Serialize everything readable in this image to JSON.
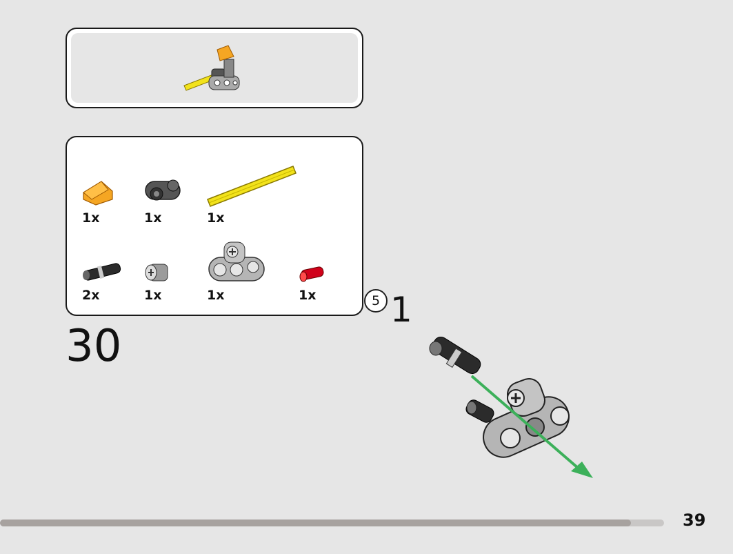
{
  "step": {
    "number": "30",
    "substep": "1"
  },
  "page": {
    "number": "39",
    "progress_fraction": 0.95
  },
  "parts": [
    {
      "name": "orange-slope-piece",
      "qty": "1x",
      "color": "#f5a623"
    },
    {
      "name": "dark-gray-pin-connector",
      "qty": "1x",
      "color": "#4a4a4a"
    },
    {
      "name": "yellow-axle",
      "qty": "1x",
      "color": "#f2e21b",
      "length": "5"
    },
    {
      "name": "black-friction-pin",
      "qty": "2x",
      "color": "#2b2b2b"
    },
    {
      "name": "gray-bush",
      "qty": "1x",
      "color": "#9b9b9b"
    },
    {
      "name": "light-gray-beam-with-axle-hole",
      "qty": "1x",
      "color": "#a5a5a5"
    },
    {
      "name": "red-pin",
      "qty": "1x",
      "color": "#d0021b"
    }
  ],
  "colors": {
    "arrow": "#3cb05a",
    "background": "#e6e6e6"
  }
}
